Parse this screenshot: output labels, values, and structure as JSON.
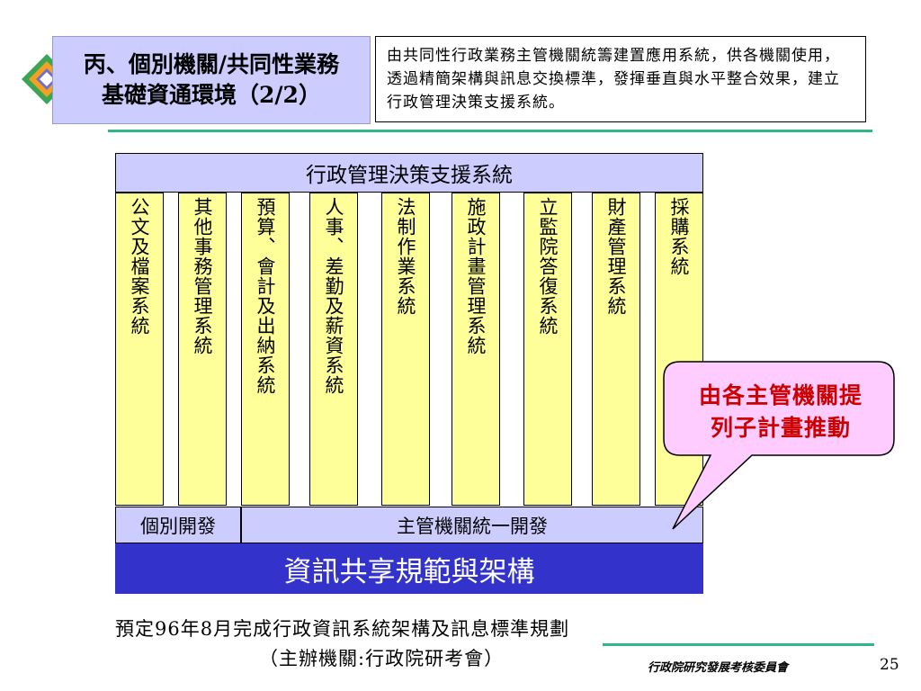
{
  "slide": {
    "title_line1": "丙、個別機關/共同性業務",
    "title_line2": "基礎資通環境（2/2）",
    "description": "由共同性行政業務主管機關統籌建置應用系統，供各機關使用，透過精簡架構與訊息交換標準，發揮垂直與水平整合效果，建立行政管理決策支援系統。"
  },
  "diagram": {
    "top_label": "行政管理決策支援系統",
    "columns": [
      "公文及檔案系統",
      "其他事務管理系統",
      "預算、會計及出納系統",
      "人事、差勤及薪資系統",
      "法制作業系統",
      "施政計畫管理系統",
      "立監院答復系統",
      "財產管理系統",
      "採購系統"
    ],
    "individual_label": "個別開發",
    "unified_label": "主管機關統一開發",
    "base_label": "資訊共享規範與架構"
  },
  "callout": {
    "line1": "由各主管機關提",
    "line2": "列子計畫推動"
  },
  "footer": {
    "note1": "預定96年8月完成行政資訊系統架構及訊息標準規劃",
    "note2": "（主辦機關:行政院研考會）",
    "org": "行政院研究發展考核委員會",
    "page": "25"
  },
  "colors": {
    "lavender": "#ccccff",
    "column_yellow": "#ffff99",
    "base_blue": "#3333cc",
    "callout_pink": "#ffccff",
    "callout_text_red": "#cc0000",
    "rule_green": "#2eb88a"
  }
}
